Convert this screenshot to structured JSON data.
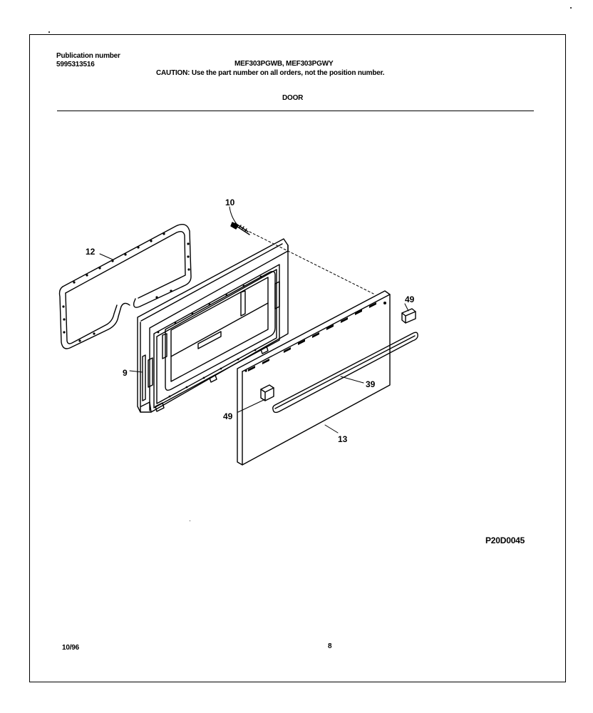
{
  "header": {
    "publication_label": "Publication number",
    "publication_number": "5995313516",
    "models": "MEF303PGWB, MEF303PGWY",
    "caution": "CAUTION:  Use the part number on all orders, not the position number.",
    "section_title": "DOOR"
  },
  "diagram": {
    "callouts": {
      "c10": "10",
      "c12": "12",
      "c9": "9",
      "c49_upper": "49",
      "c39": "39",
      "c49_lower": "49",
      "c13": "13"
    },
    "parts": [
      {
        "position": "10",
        "icon": "screw-icon"
      },
      {
        "position": "12",
        "icon": "door-gasket-icon"
      },
      {
        "position": "9",
        "icon": "inner-door-liner-icon"
      },
      {
        "position": "49",
        "icon": "handle-end-cap-icon"
      },
      {
        "position": "39",
        "icon": "door-handle-icon"
      },
      {
        "position": "13",
        "icon": "outer-door-panel-icon"
      }
    ]
  },
  "footer": {
    "reference_code": "P20D0045",
    "date": "10/96",
    "page_number": "8"
  }
}
